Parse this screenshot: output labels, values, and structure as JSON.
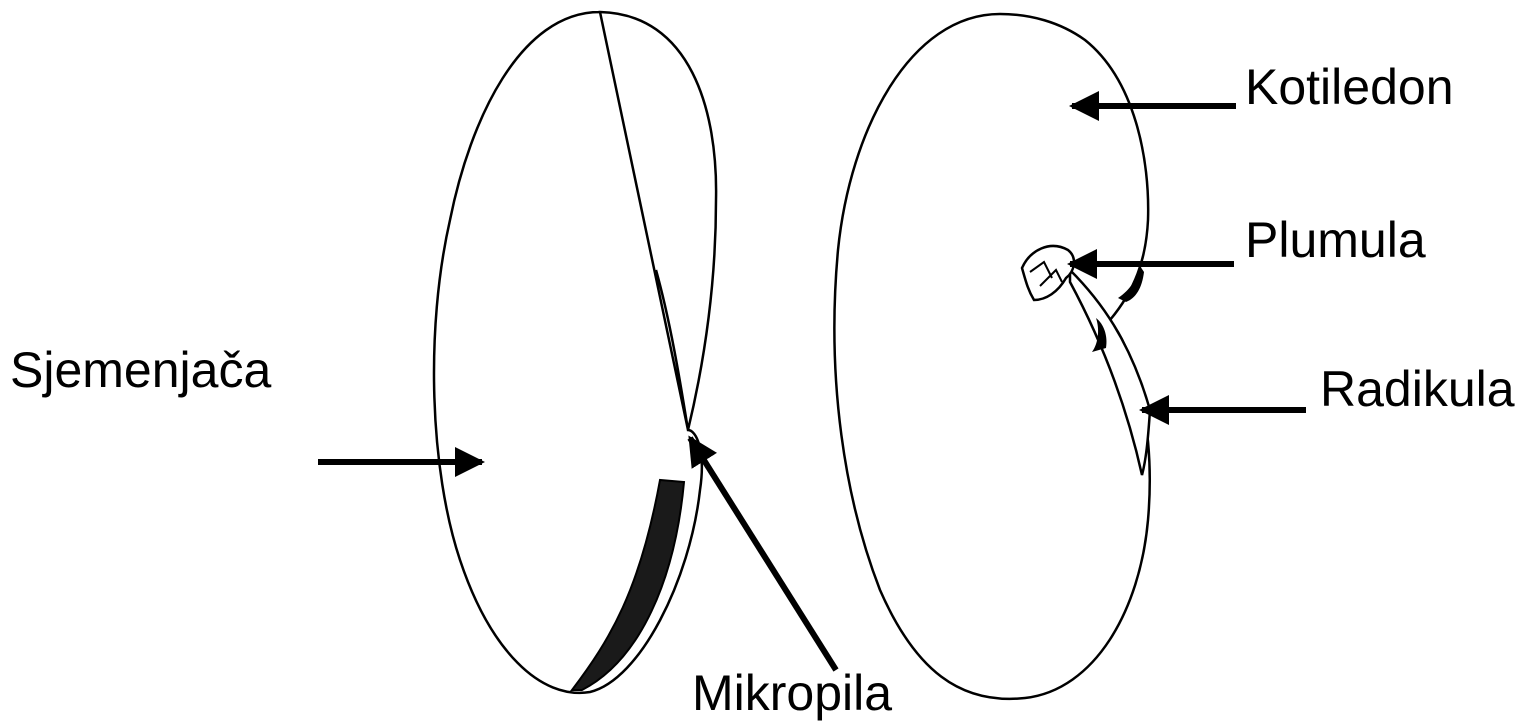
{
  "labels": {
    "seed_coat": "Sjemenjača",
    "micropyle": "Mikropila",
    "cotyledon": "Kotiledon",
    "plumule": "Plumula",
    "radicle": "Radikula"
  },
  "colors": {
    "ink": "#000000",
    "background": "#ffffff"
  }
}
